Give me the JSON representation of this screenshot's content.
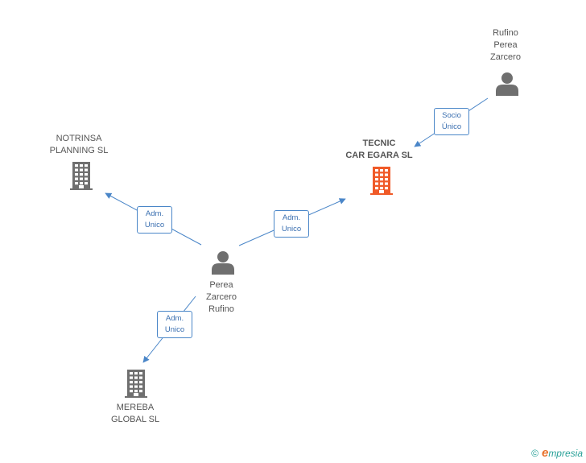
{
  "nodes": {
    "tecnic": {
      "lines": [
        "TECNIC",
        "CAR EGARA SL"
      ],
      "kind": "company",
      "focus": true
    },
    "notrinsa": {
      "lines": [
        "NOTRINSA",
        "PLANNING SL"
      ],
      "kind": "company"
    },
    "mereba": {
      "lines": [
        "MEREBA",
        "GLOBAL SL"
      ],
      "kind": "company"
    },
    "perea": {
      "lines": [
        "Perea",
        "Zarcero",
        "Rufino"
      ],
      "kind": "person"
    },
    "rufino": {
      "lines": [
        "Rufino",
        "Perea",
        "Zarcero"
      ],
      "kind": "person"
    }
  },
  "edges": [
    {
      "from": "perea",
      "to": "notrinsa",
      "label": [
        "Adm.",
        "Unico"
      ]
    },
    {
      "from": "perea",
      "to": "tecnic",
      "label": [
        "Adm.",
        "Unico"
      ]
    },
    {
      "from": "perea",
      "to": "mereba",
      "label": [
        "Adm.",
        "Unico"
      ]
    },
    {
      "from": "rufino",
      "to": "tecnic",
      "label": [
        "Socio",
        "Único"
      ]
    }
  ],
  "footer": {
    "copyright": "©",
    "brand_initial": "e",
    "brand_rest": "mpresia"
  },
  "colors": {
    "company": "#6f6f6f",
    "focus_company": "#f05a28",
    "person": "#6f6f6f",
    "edge": "#4a86c8"
  }
}
